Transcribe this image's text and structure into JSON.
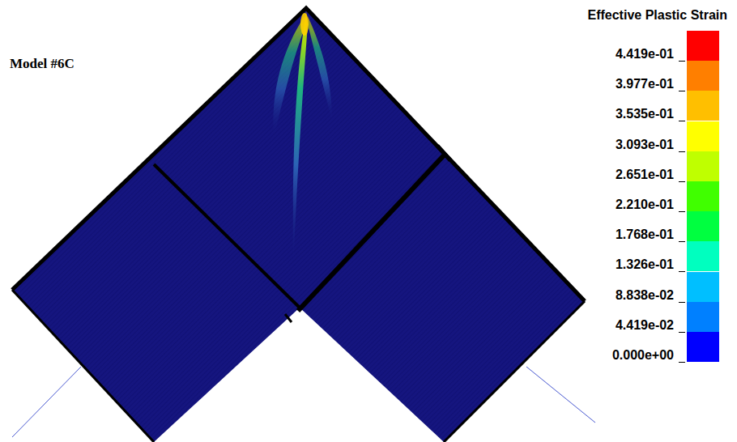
{
  "diagram": {
    "labels": [
      "Model #6C",
      "Effective Plastic Strain"
    ],
    "legend": [
      {
        "text": "4.419e-01",
        "color": "#ff0000"
      },
      {
        "text": "3.977e-01",
        "color": "#ff7f00"
      },
      {
        "text": "3.535e-01",
        "color": "#ffbf00"
      },
      {
        "text": "3.093e-01",
        "color": "#ffff00"
      },
      {
        "text": "2.651e-01",
        "color": "#bfff00"
      },
      {
        "text": "2.210e-01",
        "color": "#40ff00"
      },
      {
        "text": "1.768e-01",
        "color": "#00ff40"
      },
      {
        "text": "1.326e-01",
        "color": "#00ffbf"
      },
      {
        "text": "8.838e-02",
        "color": "#00bfff"
      },
      {
        "text": "4.419e-02",
        "color": "#0080ff"
      },
      {
        "text": "0.000e+00",
        "color": "#0000ff"
      }
    ]
  }
}
